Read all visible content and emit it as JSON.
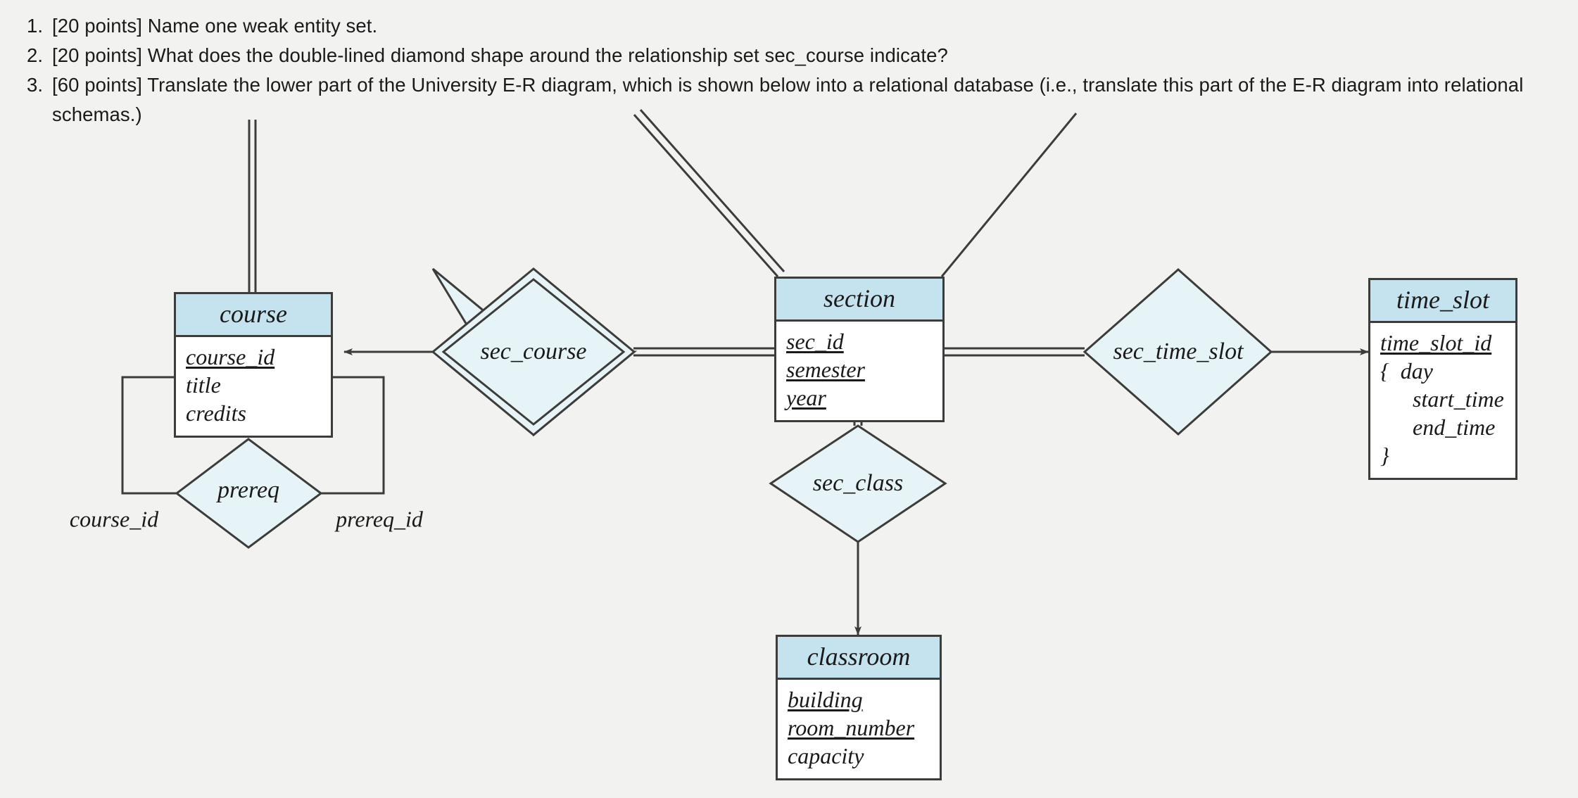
{
  "questions": [
    {
      "number": "1.",
      "text": "[20 points] Name one weak entity set."
    },
    {
      "number": "2.",
      "text": "[20 points] What does the double-lined diamond shape around the relationship set sec_course indicate?"
    },
    {
      "number": "3.",
      "text": "[60 points] Translate the lower part of the University E-R diagram, which is shown below into a relational database (i.e., translate this part of the E-R diagram into relational schemas.)"
    }
  ],
  "diagram": {
    "title": "University E-R diagram (lower part)",
    "colors": {
      "entity_header": "#c5e3ef",
      "entity_body": "#ffffff",
      "relationship_fill": "#e7f4f7",
      "stroke": "#3c3c3b",
      "background": "#f2f2f1"
    },
    "entities": [
      {
        "name": "course",
        "attributes": [
          {
            "label": "course_id",
            "primary_key": true,
            "multivalued": false
          },
          {
            "label": "title",
            "primary_key": false,
            "multivalued": false
          },
          {
            "label": "credits",
            "primary_key": false,
            "multivalued": false
          }
        ]
      },
      {
        "name": "section",
        "weak": true,
        "attributes": [
          {
            "label": "sec_id",
            "primary_key": true,
            "multivalued": false
          },
          {
            "label": "semester",
            "primary_key": true,
            "multivalued": false
          },
          {
            "label": "year",
            "primary_key": true,
            "multivalued": false
          }
        ]
      },
      {
        "name": "time_slot",
        "attributes": [
          {
            "label": "time_slot_id",
            "primary_key": true,
            "multivalued": false
          },
          {
            "label": "{  day",
            "primary_key": false,
            "multivalued": true
          },
          {
            "label": "start_time",
            "primary_key": false,
            "multivalued": true,
            "indent": true
          },
          {
            "label": "end_time",
            "primary_key": false,
            "multivalued": true,
            "indent": true
          },
          {
            "label": "}",
            "primary_key": false,
            "multivalued": true
          }
        ]
      },
      {
        "name": "classroom",
        "attributes": [
          {
            "label": "building",
            "primary_key": true,
            "multivalued": false
          },
          {
            "label": "room_number",
            "primary_key": true,
            "multivalued": false
          },
          {
            "label": "capacity",
            "primary_key": false,
            "multivalued": false
          }
        ]
      }
    ],
    "relationships": [
      {
        "name": "sec_course",
        "identifying": true
      },
      {
        "name": "sec_time_slot",
        "identifying": false
      },
      {
        "name": "sec_class",
        "identifying": false
      },
      {
        "name": "prereq",
        "identifying": false
      }
    ],
    "role_labels": [
      {
        "name": "course_id"
      },
      {
        "name": "prereq_id"
      }
    ]
  }
}
